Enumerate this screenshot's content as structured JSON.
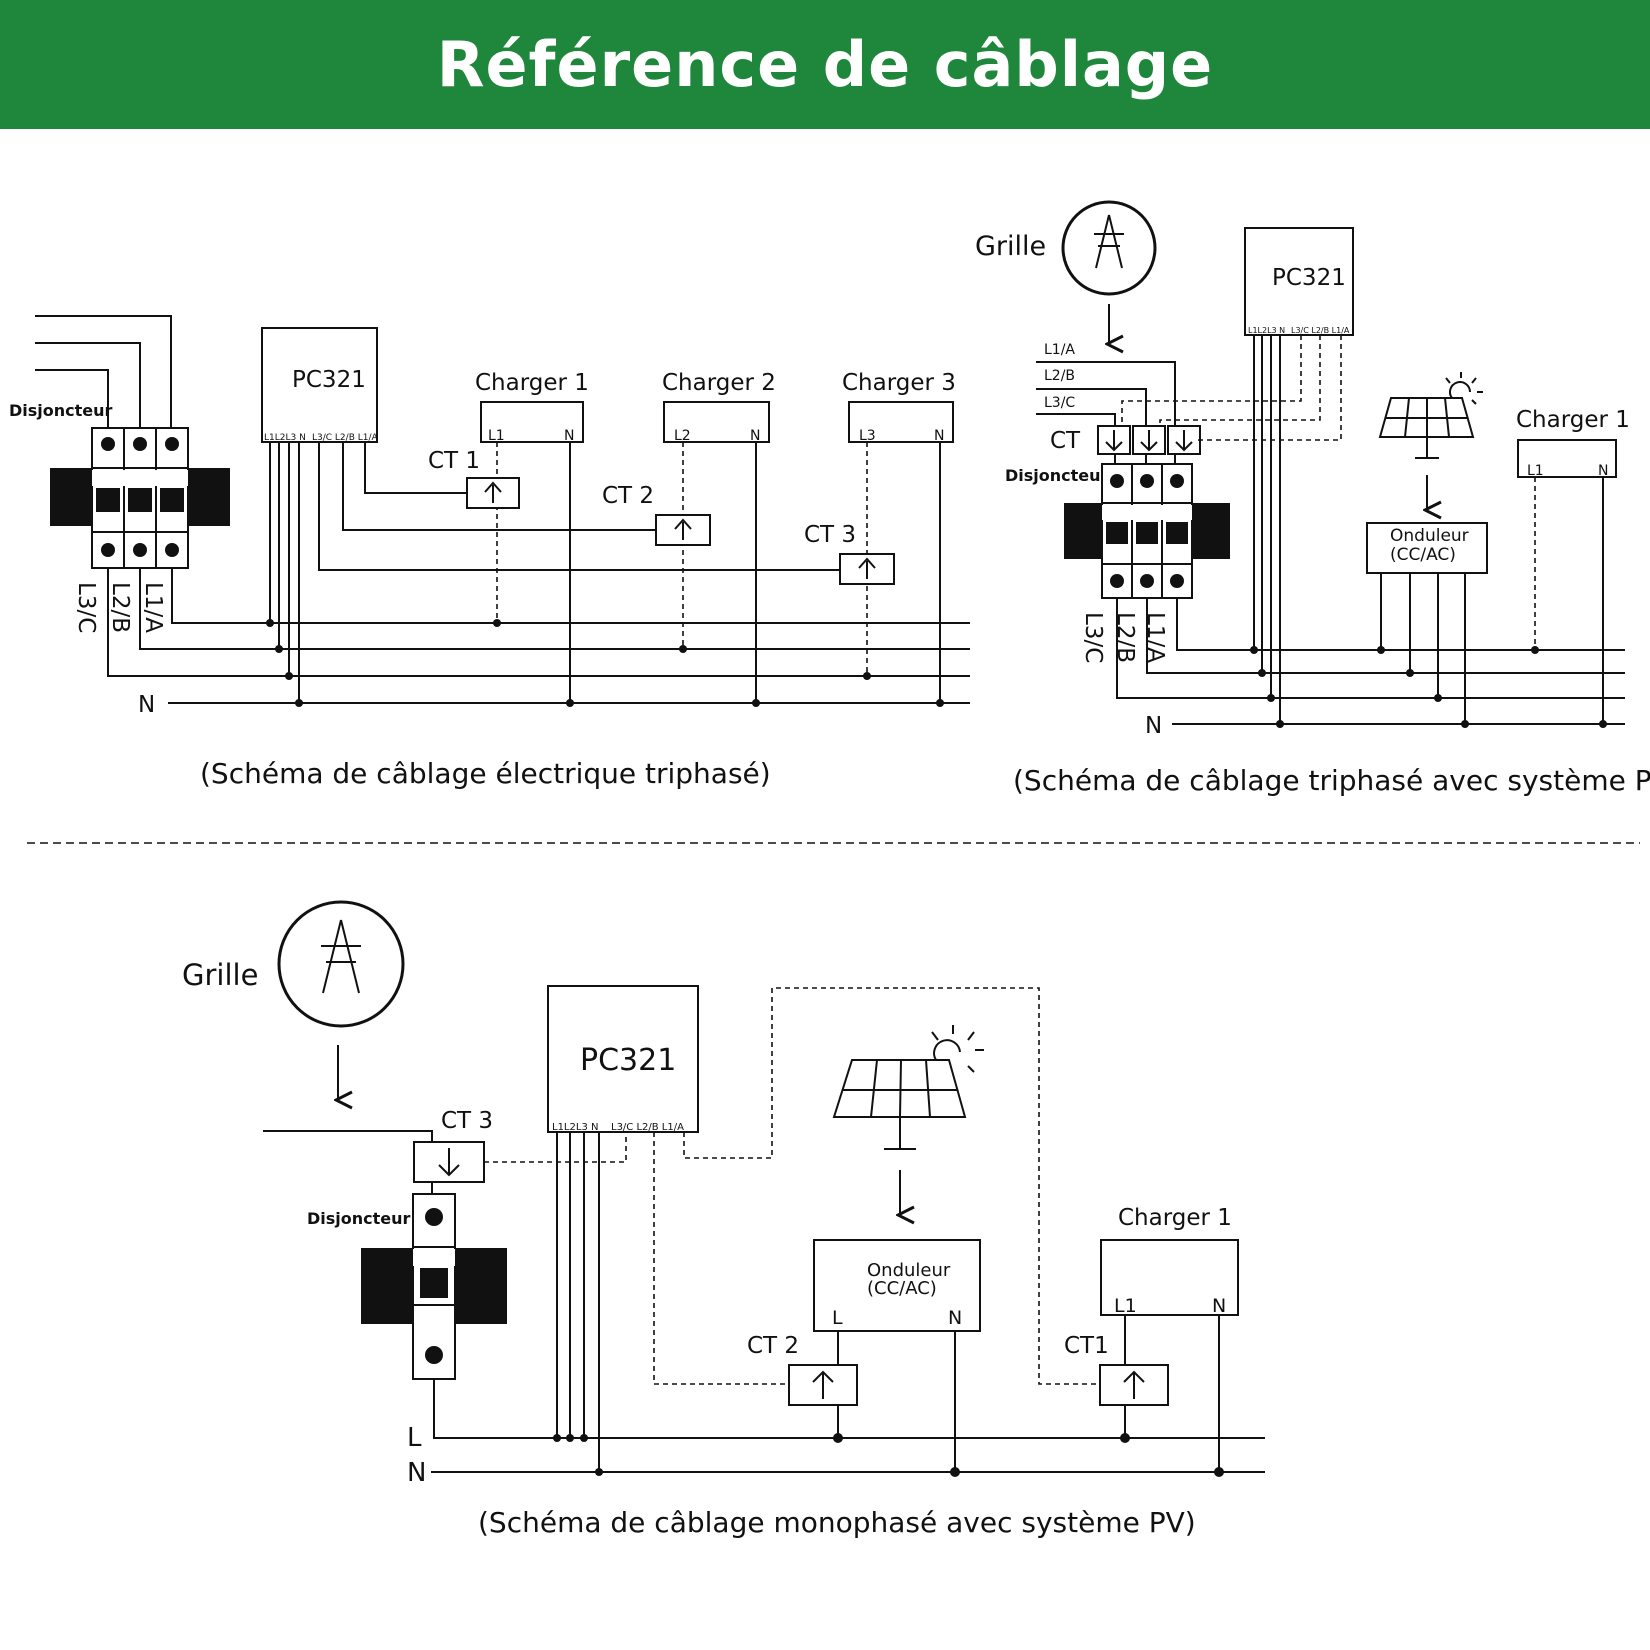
{
  "title": "Référence de câblage",
  "diagram1": {
    "caption": "(Schéma de câblage électrique triphasé)",
    "breaker_label": "Disjoncteur",
    "device_label": "PC321",
    "terminals_left": "L1L2L3 N",
    "terminals_right": "L3/C  L2/B  L1/A",
    "phases": [
      "L3/C",
      "L2/B",
      "L1/A"
    ],
    "neutral": "N",
    "chargers": [
      {
        "name": "Charger 1",
        "line": "L1",
        "neutral": "N",
        "ct": "CT 1"
      },
      {
        "name": "Charger 2",
        "line": "L2",
        "neutral": "N",
        "ct": "CT 2"
      },
      {
        "name": "Charger 3",
        "line": "L3",
        "neutral": "N",
        "ct": "CT 3"
      }
    ]
  },
  "diagram2": {
    "caption": "(Schéma de câblage triphasé avec système PV)",
    "grid_label": "Grille",
    "device_label": "PC321",
    "terminals_left": "L1L2L3 N",
    "terminals_right": "L3/C  L2/B  L1/A",
    "inputs": [
      "L1/A",
      "L2/B",
      "L3/C"
    ],
    "ct_label": "CT",
    "breaker_label": "Disjoncteur",
    "phases": [
      "L3/C",
      "L2/B",
      "L1/A"
    ],
    "neutral": "N",
    "inverter": [
      "Onduleur",
      "(CC/AC)"
    ],
    "charger": {
      "name": "Charger 1",
      "line": "L1",
      "neutral": "N"
    }
  },
  "diagram3": {
    "caption": "(Schéma de câblage monophasé avec système PV)",
    "grid_label": "Grille",
    "device_label": "PC321",
    "terminals_left": "L1L2L3 N",
    "terminals_right": "L3/C  L2/B  L1/A",
    "ct3": "CT 3",
    "ct2": "CT 2",
    "ct1": "CT1",
    "breaker_label": "Disjoncteur",
    "inverter": [
      "Onduleur",
      "(CC/AC)"
    ],
    "inverter_terminals": [
      "L",
      "N"
    ],
    "charger": {
      "name": "Charger 1",
      "line": "L1",
      "neutral": "N"
    },
    "bus": [
      "L",
      "N"
    ]
  }
}
